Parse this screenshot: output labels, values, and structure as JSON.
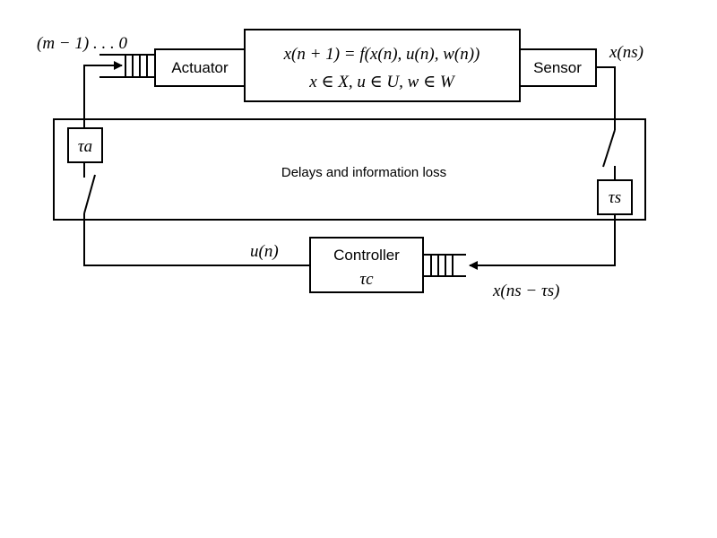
{
  "plant": {
    "equation": "x(n + 1) = f(x(n), u(n), w(n))",
    "constraints": "x ∈ X, u ∈ U, w ∈ W"
  },
  "actuator": {
    "label": "Actuator"
  },
  "sensor": {
    "label": "Sensor"
  },
  "controller": {
    "label": "Controller",
    "delay": "τc"
  },
  "delays_region": {
    "label": "Delays and information loss"
  },
  "tau_a": "τa",
  "tau_s": "τs",
  "signals": {
    "buffer_index": "(m − 1) . . . 0",
    "sensor_output": "x(ns)",
    "control_input": "u(n)",
    "delayed_measurement": "x(ns − τs)"
  },
  "colors": {
    "stroke": "#000000",
    "background": "#ffffff"
  }
}
